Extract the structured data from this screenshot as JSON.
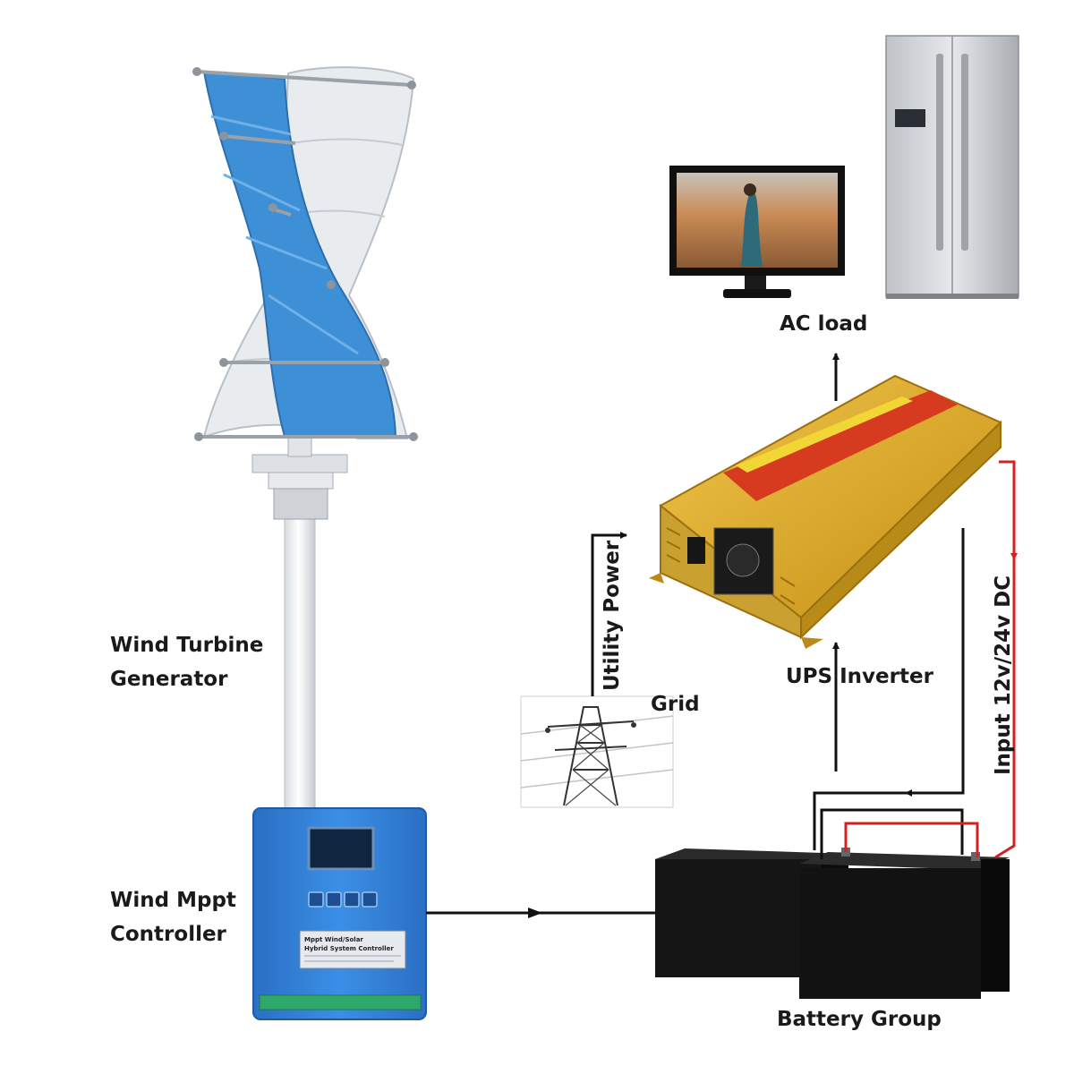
{
  "labels": {
    "wind_turbine_line1": "Wind Turbine",
    "wind_turbine_line2": "Generator",
    "mppt_line1": "Wind Mppt",
    "mppt_line2": "Controller",
    "ac_load": "AC load",
    "ups_inverter": "UPS  Inverter",
    "utility_power": "Utility Power",
    "grid": "Grid",
    "input_dc": "Input 12v/24v DC",
    "battery_group": "Battery Group"
  },
  "device_text": {
    "controller_plate_title": "Mppt Wind/Solar",
    "controller_plate_subtitle": "Hybrid System Controller"
  },
  "colors": {
    "turbine_blade_blue": "#3d8fd6",
    "turbine_blade_white": "#e9ecef",
    "controller_blue": "#2f7fd8",
    "inverter_gold": "#d9a521",
    "inverter_red_stripe": "#d63a1f",
    "dc_positive_wire": "#d42020",
    "wire_black": "#111111",
    "battery_black": "#121212"
  }
}
